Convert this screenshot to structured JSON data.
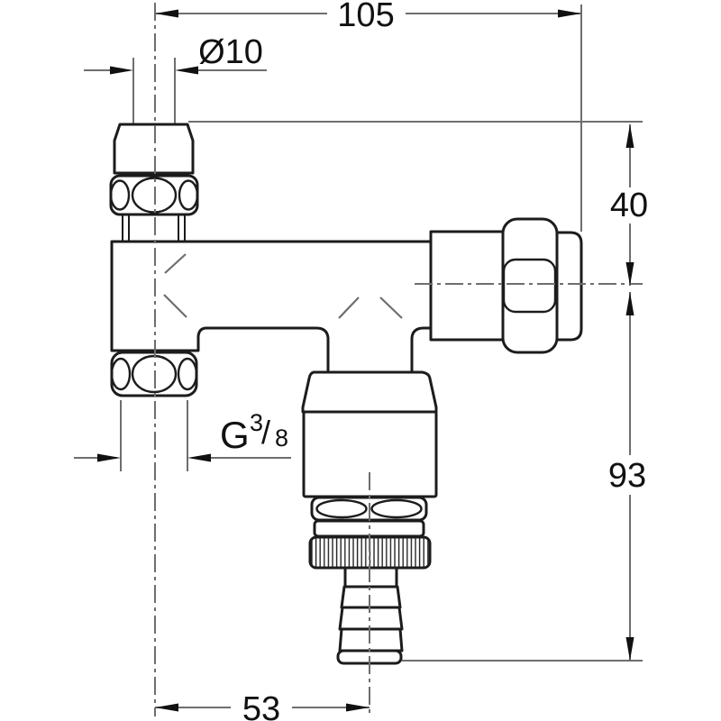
{
  "drawing": {
    "type": "technical-dimension-drawing",
    "subject": "angle-valve-with-hose-connector",
    "dimensions": {
      "top_width": "105",
      "pipe_diameter": "Ø10",
      "upper_height": "40",
      "lower_height": "93",
      "bottom_width": "53",
      "thread_label": {
        "prefix": "G",
        "numerator": "3",
        "slash": "/",
        "denominator": "8"
      }
    },
    "colors": {
      "outline": "#1c1c1c",
      "dimension": "#6e6e6e",
      "text": "#111111",
      "background": "#ffffff"
    }
  }
}
